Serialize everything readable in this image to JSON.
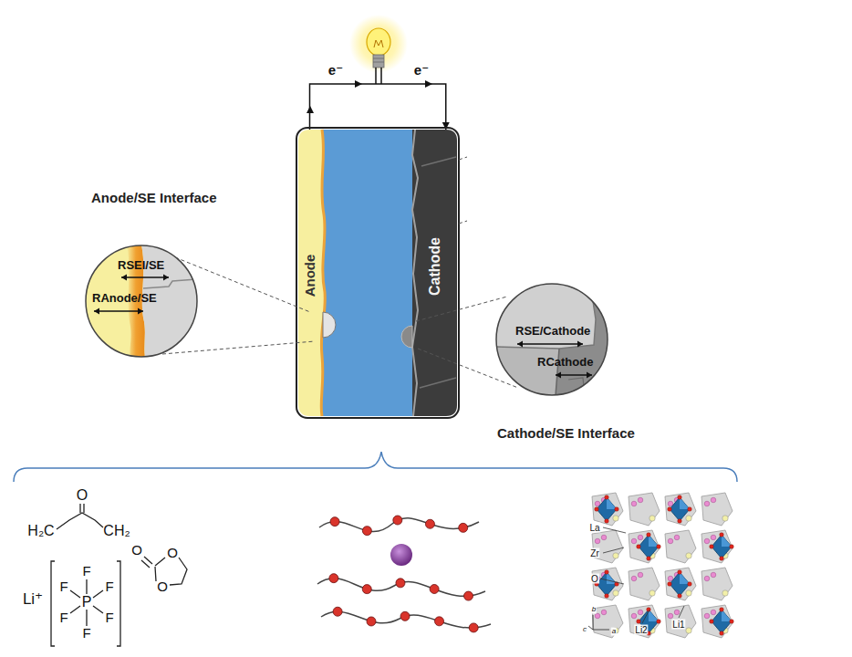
{
  "diagram": {
    "nodes": [
      {
        "text": [
          "Anode"
        ]
      },
      {
        "text": [
          "Cathode"
        ]
      },
      {
        "text": [
          "Anode/SE Interface",
          "RSEI/SE",
          "RAnode/SE"
        ]
      },
      {
        "text": [
          "RSE/Cathode",
          "RCathode",
          "Cathode/SE Interface"
        ]
      }
    ],
    "edges": [
      {
        "from": 0,
        "to": 1,
        "arrow": "to"
      }
    ],
    "labels": [
      "e⁻",
      "e⁻",
      "H₂C",
      "O",
      "CH₂",
      "Li⁺",
      "F",
      "F",
      "F",
      "F",
      "F",
      "F",
      "P",
      "O",
      "O",
      "O",
      "La",
      "Zr",
      "O",
      "Li2",
      "Li1",
      "b",
      "c",
      "a"
    ]
  }
}
